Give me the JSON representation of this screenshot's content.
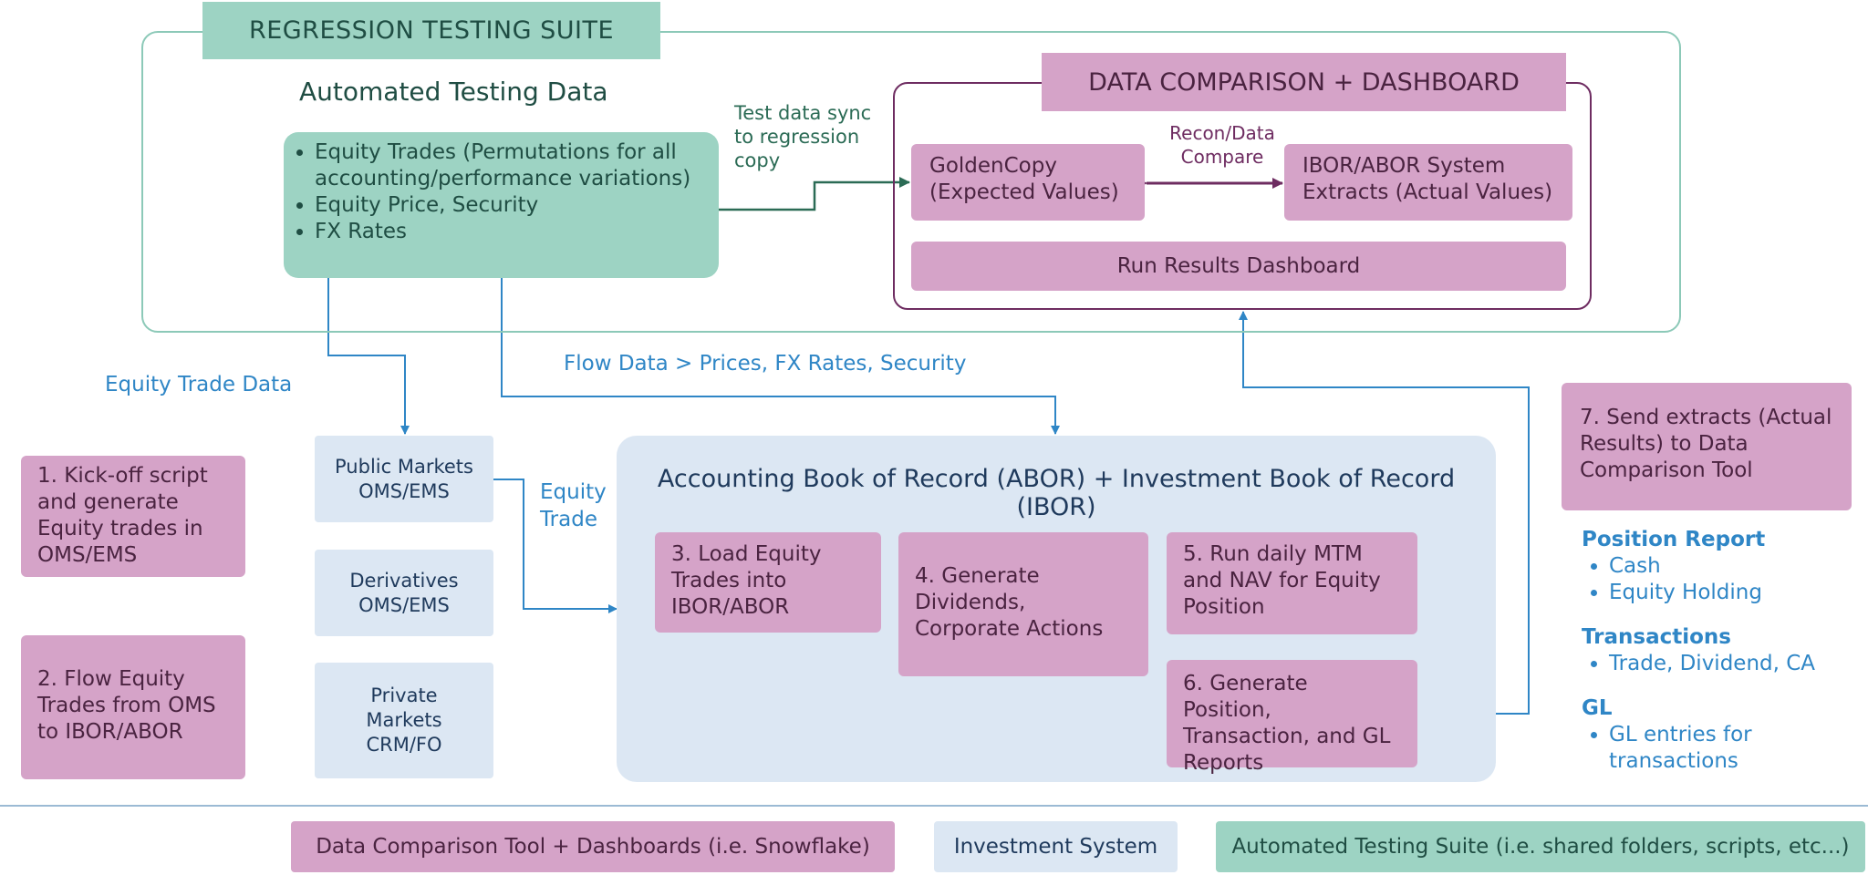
{
  "colors": {
    "pink": "#d5a3c8",
    "teal": "#9dd3c3",
    "light_blue": "#dce7f3",
    "flow_blue": "#2f86c6",
    "purple_border": "#6e2c61",
    "teal_border": "#8cc9b8"
  },
  "suite": {
    "title": "REGRESSION TESTING SUITE",
    "section_title": "Automated Testing Data",
    "data_items": [
      "Equity Trades (Permutations for all accounting/performance variations)",
      "Equity Price, Security",
      "FX Rates"
    ],
    "sync_label": "Test data sync to regression copy"
  },
  "comparison": {
    "title": "DATA COMPARISON + DASHBOARD",
    "golden_copy": "GoldenCopy (Expected Values)",
    "recon_label": "Recon/Data Compare",
    "extracts": "IBOR/ABOR System Extracts (Actual Values)",
    "dashboard": "Run Results Dashboard"
  },
  "flows": {
    "equity_trade_data": "Equity Trade Data",
    "flow_data": "Flow Data > Prices, FX Rates, Security",
    "equity_trade": "Equity Trade"
  },
  "steps": {
    "step1": "1. Kick-off script and generate Equity trades in OMS/EMS",
    "step2": "2. Flow Equity Trades from OMS to IBOR/ABOR",
    "step3": "3. Load Equity Trades into IBOR/ABOR",
    "step4": "4. Generate Dividends, Corporate Actions",
    "step5": "5. Run daily MTM and NAV for Equity Position",
    "step6": "6. Generate Position, Transaction, and GL Reports",
    "step7": "7. Send extracts (Actual Results) to Data Comparison Tool"
  },
  "systems": {
    "public_markets": "Public Markets OMS/EMS",
    "derivatives": "Derivatives OMS/EMS",
    "private_markets": "Private Markets CRM/FO",
    "abor_title": "Accounting Book of Record (ABOR) + Investment Book of Record (IBOR)"
  },
  "reports": {
    "position_title": "Position Report",
    "position_items": [
      "Cash",
      "Equity Holding"
    ],
    "transactions_title": "Transactions",
    "transactions_items": [
      "Trade, Dividend, CA"
    ],
    "gl_title": "GL",
    "gl_items": [
      "GL entries for transactions"
    ]
  },
  "legend": {
    "comparison_tool": "Data Comparison Tool + Dashboards (i.e. Snowflake)",
    "investment_system": "Investment System",
    "testing_suite": "Automated Testing Suite (i.e. shared folders, scripts, etc...)"
  }
}
